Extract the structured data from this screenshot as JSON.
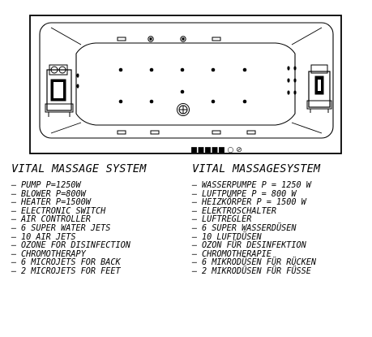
{
  "control_panel_symbols": "■■■■■ ○ ⊘",
  "left_column": {
    "title": "VITAL MASSAGE SYSTEM",
    "items": [
      "PUMP P=1250W",
      "BLOWER P=800W",
      "HEATER P=1500W",
      "ELECTRONIC SWITCH",
      "AIR CONTROLLER",
      "6 SUPER WATER JETS",
      "10 AIR JETS",
      "OZONE FOR DISINFECTION",
      "CHROMOTHERAPY",
      "6 MICROJETS FOR BACK",
      "2 MICROJETS FOR FEET"
    ]
  },
  "right_column": {
    "title": "VITAL MASSAGESYSTEM",
    "items": [
      "WASSERPUMPE P = 1250 W",
      "LUFTPUMPE P = 800 W",
      "HEIZKÖRPER P = 1500 W",
      "ELEKTROSCHALTER",
      "LUFTREGLER",
      "6 SUPER WASSERDÜSEN",
      "10 LUFTDÜSEN",
      "OZON FÜR DESINFEKTION",
      "CHROMOTHERAPIE",
      "6 MIKRODÜSEN FÜR RÜCKEN",
      "2 MIKRODÜSEN FÜR FÜSSE"
    ]
  }
}
